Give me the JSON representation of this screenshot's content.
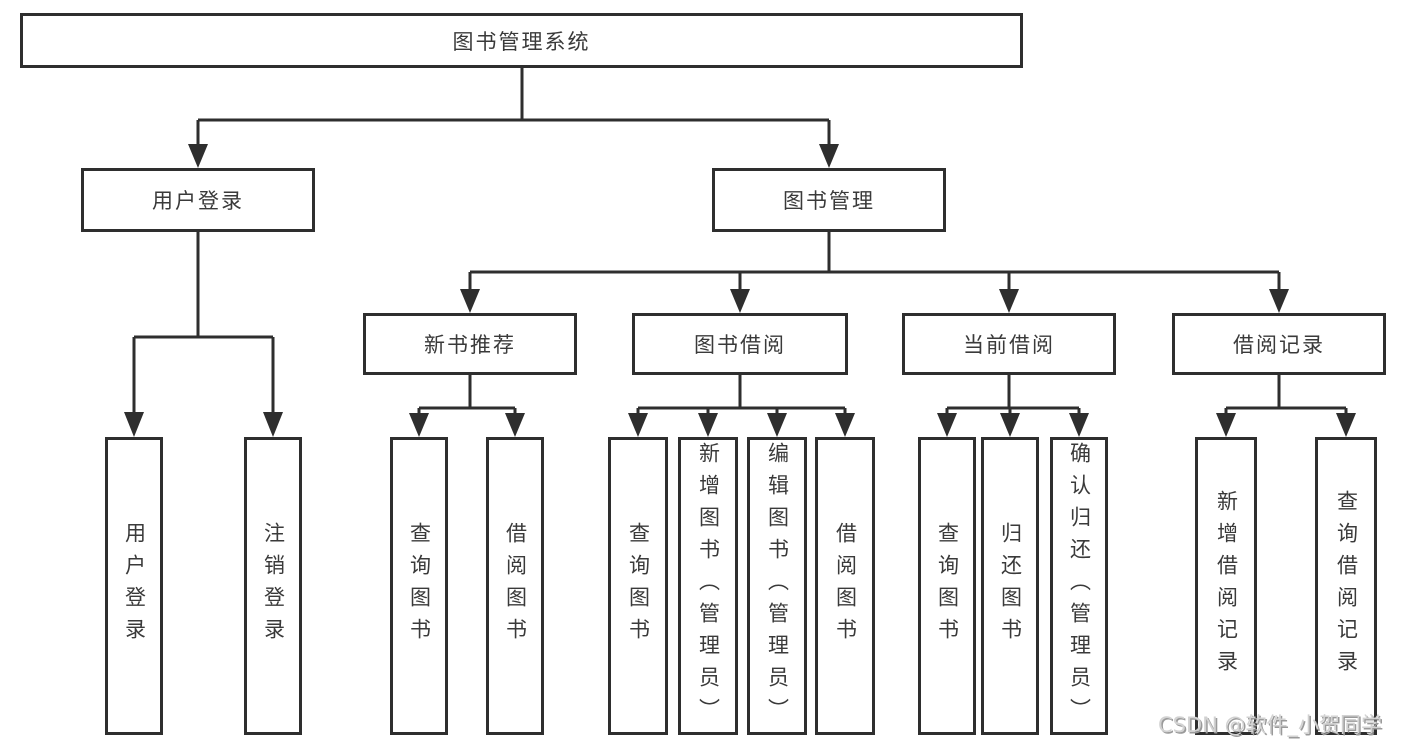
{
  "diagram": {
    "root": "图书管理系统",
    "branches": [
      {
        "label": "用户登录",
        "children": [
          "用户登录",
          "注销登录"
        ]
      },
      {
        "label": "图书管理",
        "sections": [
          {
            "label": "新书推荐",
            "children": [
              "查询图书",
              "借阅图书"
            ]
          },
          {
            "label": "图书借阅",
            "children": [
              "查询图书",
              "新增图书（管理员）",
              "编辑图书（管理员）",
              "借阅图书"
            ]
          },
          {
            "label": "当前借阅",
            "children": [
              "查询图书",
              "归还图书",
              "确认归还（管理员）"
            ]
          },
          {
            "label": "借阅记录",
            "children": [
              "新增借阅记录",
              "查询借阅记录"
            ]
          }
        ]
      }
    ]
  },
  "watermark": "CSDN @软件_小贺同学",
  "colors": {
    "line": "#2e2e2e",
    "text": "#3a3a3a",
    "watermark": "#d2d2d2",
    "background": "#ffffff"
  }
}
